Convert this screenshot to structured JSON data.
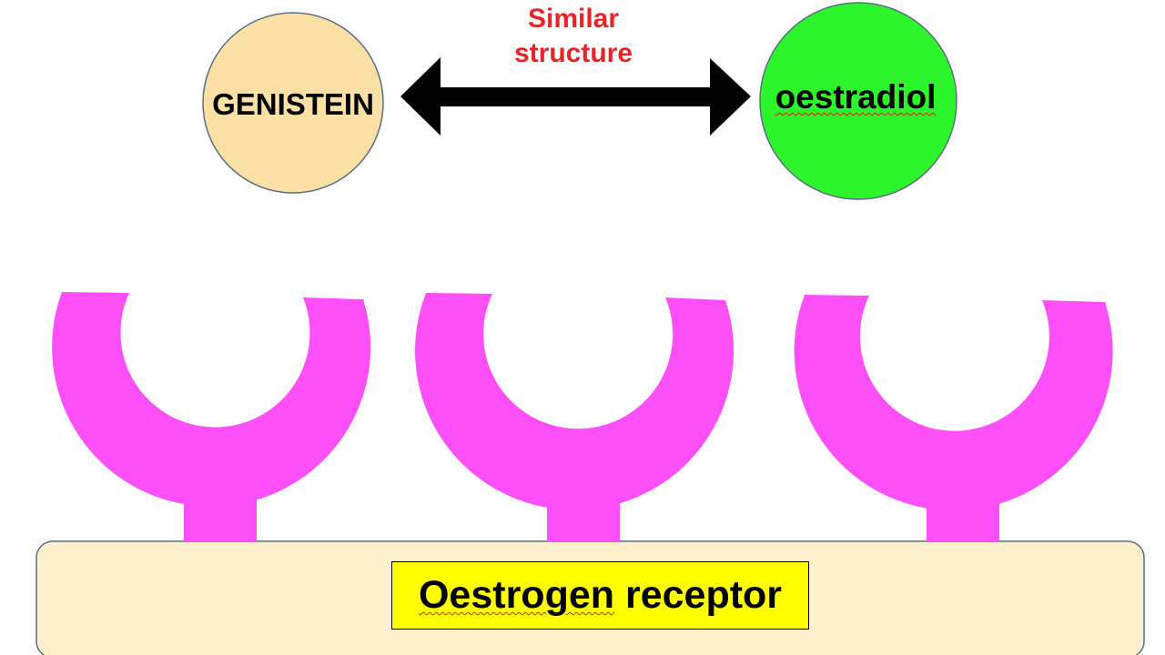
{
  "similar_label": {
    "line1": "Similar",
    "line2": "structure"
  },
  "genistein": {
    "label": "GENISTEIN"
  },
  "oestradiol": {
    "label": "oestradiol"
  },
  "receptor": {
    "label": "Oestrogen receptor"
  },
  "colors": {
    "genistein_fill": "#fbe0a6",
    "oestradiol_fill": "#2cf52c",
    "circle_stroke": "#5a6d83",
    "arrow": "#000000",
    "similar_text": "#e8232a",
    "receptor_fill": "#b0f",
    "receptor_site_fill": "#ff4ff8",
    "cell_fill": "#fff0cd",
    "label_box_fill": "#ffff00"
  }
}
